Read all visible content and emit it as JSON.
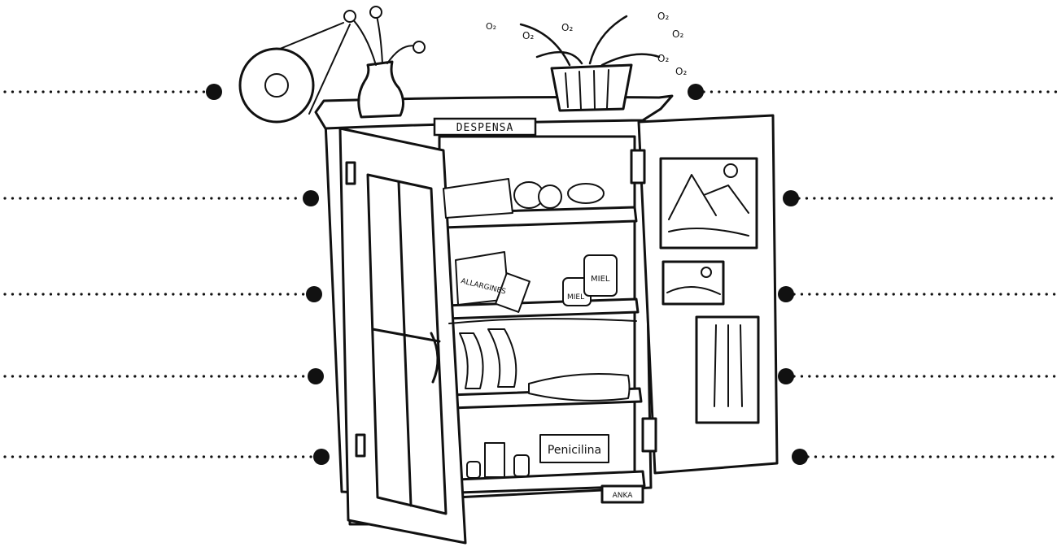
{
  "colors": {
    "ink": "#111111",
    "paper": "#ffffff"
  },
  "cabinet": {
    "sign": "DESPENSA",
    "shelf_labels": {
      "box": "ALLARGINES",
      "honey_jar": "MIEL",
      "small_jar": "MIEL",
      "penicillin": "Penicilina"
    },
    "signature": "ANKA"
  },
  "oxygen_label": "O₂",
  "leader_lines": [
    {
      "side": "left",
      "row": 1
    },
    {
      "side": "left",
      "row": 2
    },
    {
      "side": "left",
      "row": 3
    },
    {
      "side": "left",
      "row": 4
    },
    {
      "side": "left",
      "row": 5
    },
    {
      "side": "right",
      "row": 1
    },
    {
      "side": "right",
      "row": 2
    },
    {
      "side": "right",
      "row": 3
    },
    {
      "side": "right",
      "row": 4
    },
    {
      "side": "right",
      "row": 5
    }
  ]
}
